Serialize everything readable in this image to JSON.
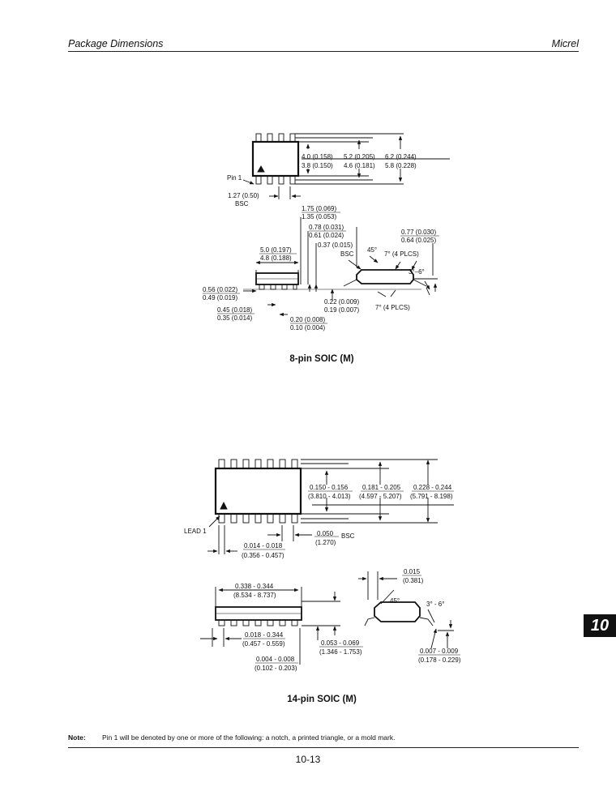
{
  "header": {
    "left": "Package Dimensions",
    "right": "Micrel"
  },
  "soic8": {
    "caption": "8-pin SOIC (M)",
    "pin1": "Pin 1",
    "body_w_a": "4.0 (0.158)",
    "body_w_b": "3.8 (0.150)",
    "lead_w_a": "5.2 (0.205)",
    "lead_w_b": "4.6 (0.181)",
    "total_w_a": "6.2 (0.244)",
    "total_w_b": "5.8 (0.228)",
    "pitch": "1.27 (0.50)",
    "pitch_bsc": "BSC",
    "h_a": "1.75 (0.069)",
    "h_b": "1.35 (0.053)",
    "sh_a": "0.78 (0.031)",
    "sh_b": "0.61 (0.024)",
    "len_a": "5.0 (0.197)",
    "len_b": "4.8 (0.188)",
    "ch": "0.37 (0.015)",
    "ch_bsc": "BSC",
    "ch_angle": "45°",
    "ft_a": "0.77 (0.030)",
    "ft_b": "0.64 (0.025)",
    "ang7a": "7° (4 PLCS)",
    "ang36": "3°–6°",
    "ang7b": "7° (4 PLCS)",
    "ld_a": "0.56 (0.022)",
    "ld_b": "0.49 (0.019)",
    "lw_a": "0.45 (0.018)",
    "lw_b": "0.35 (0.014)",
    "lt_a": "0.22 (0.009)",
    "lt_b": "0.19 (0.007)",
    "so_a": "0.20 (0.008)",
    "so_b": "0.10 (0.004)"
  },
  "soic14": {
    "caption": "14-pin SOIC (M)",
    "lead1": "LEAD 1",
    "bw_in": "0.150 - 0.156",
    "bw_mm": "(3.810 - 4.013)",
    "lw_in": "0.181 - 0.205",
    "lw_mm": "(4.597 - 5.207)",
    "tw_in": "0.228 - 0.244",
    "tw_mm": "(5.791 - 8.198)",
    "pitch_in": "0.050",
    "pitch_mm": "(1.270)",
    "pitch_bsc": "BSC",
    "pw_in": "0.014 - 0.018",
    "pw_mm": "(0.356 - 0.457)",
    "len_in": "0.338 - 0.344",
    "len_mm": "(8.534 - 8.737)",
    "ch_in": "0.015",
    "ch_mm": "(0.381)",
    "ch_angle": "45°",
    "ang36": "3° - 6°",
    "lw2_in": "0.018 - 0.344",
    "lw2_mm": "(0.457 - 0.559)",
    "h_in": "0.053 - 0.069",
    "h_mm": "(1.346 - 1.753)",
    "so_in": "0.004 - 0.008",
    "so_mm": "(0.102 - 0.203)",
    "lt_in": "0.007 - 0.009",
    "lt_mm": "(0.178 - 0.229)"
  },
  "note": {
    "label": "Note:",
    "text": "Pin 1 will be denoted by one or more of the following: a notch, a printed triangle, or a mold mark."
  },
  "page_number": "10-13",
  "section_tab": "10"
}
